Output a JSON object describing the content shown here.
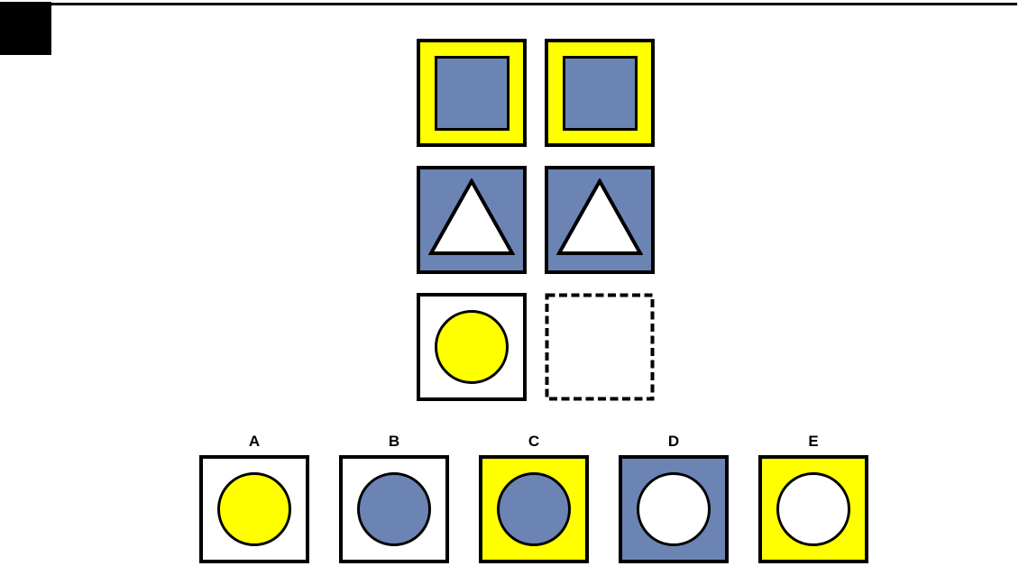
{
  "colors": {
    "yellow": "#FFFF00",
    "blue": "#6B84B4",
    "white": "#FFFFFF",
    "black": "#000000"
  },
  "decor": {
    "corner_square_color": "#000000",
    "top_rule_color": "#000000"
  },
  "puzzle": {
    "grid_rows": [
      {
        "cells": [
          {
            "bg": "yellow",
            "shape": "square",
            "shape_fill": "blue"
          },
          {
            "bg": "yellow",
            "shape": "square",
            "shape_fill": "blue"
          }
        ]
      },
      {
        "cells": [
          {
            "bg": "blue",
            "shape": "triangle",
            "shape_fill": "white"
          },
          {
            "bg": "blue",
            "shape": "triangle",
            "shape_fill": "white"
          }
        ]
      },
      {
        "cells": [
          {
            "bg": "white",
            "shape": "circle",
            "shape_fill": "yellow"
          },
          {
            "bg": "white",
            "shape": "none",
            "border_style": "dashed"
          }
        ]
      }
    ],
    "options": [
      {
        "label": "A",
        "bg": "white",
        "shape": "circle",
        "shape_fill": "yellow"
      },
      {
        "label": "B",
        "bg": "white",
        "shape": "circle",
        "shape_fill": "blue"
      },
      {
        "label": "C",
        "bg": "yellow",
        "shape": "circle",
        "shape_fill": "blue"
      },
      {
        "label": "D",
        "bg": "blue",
        "shape": "circle",
        "shape_fill": "white"
      },
      {
        "label": "E",
        "bg": "yellow",
        "shape": "circle",
        "shape_fill": "white"
      }
    ]
  }
}
